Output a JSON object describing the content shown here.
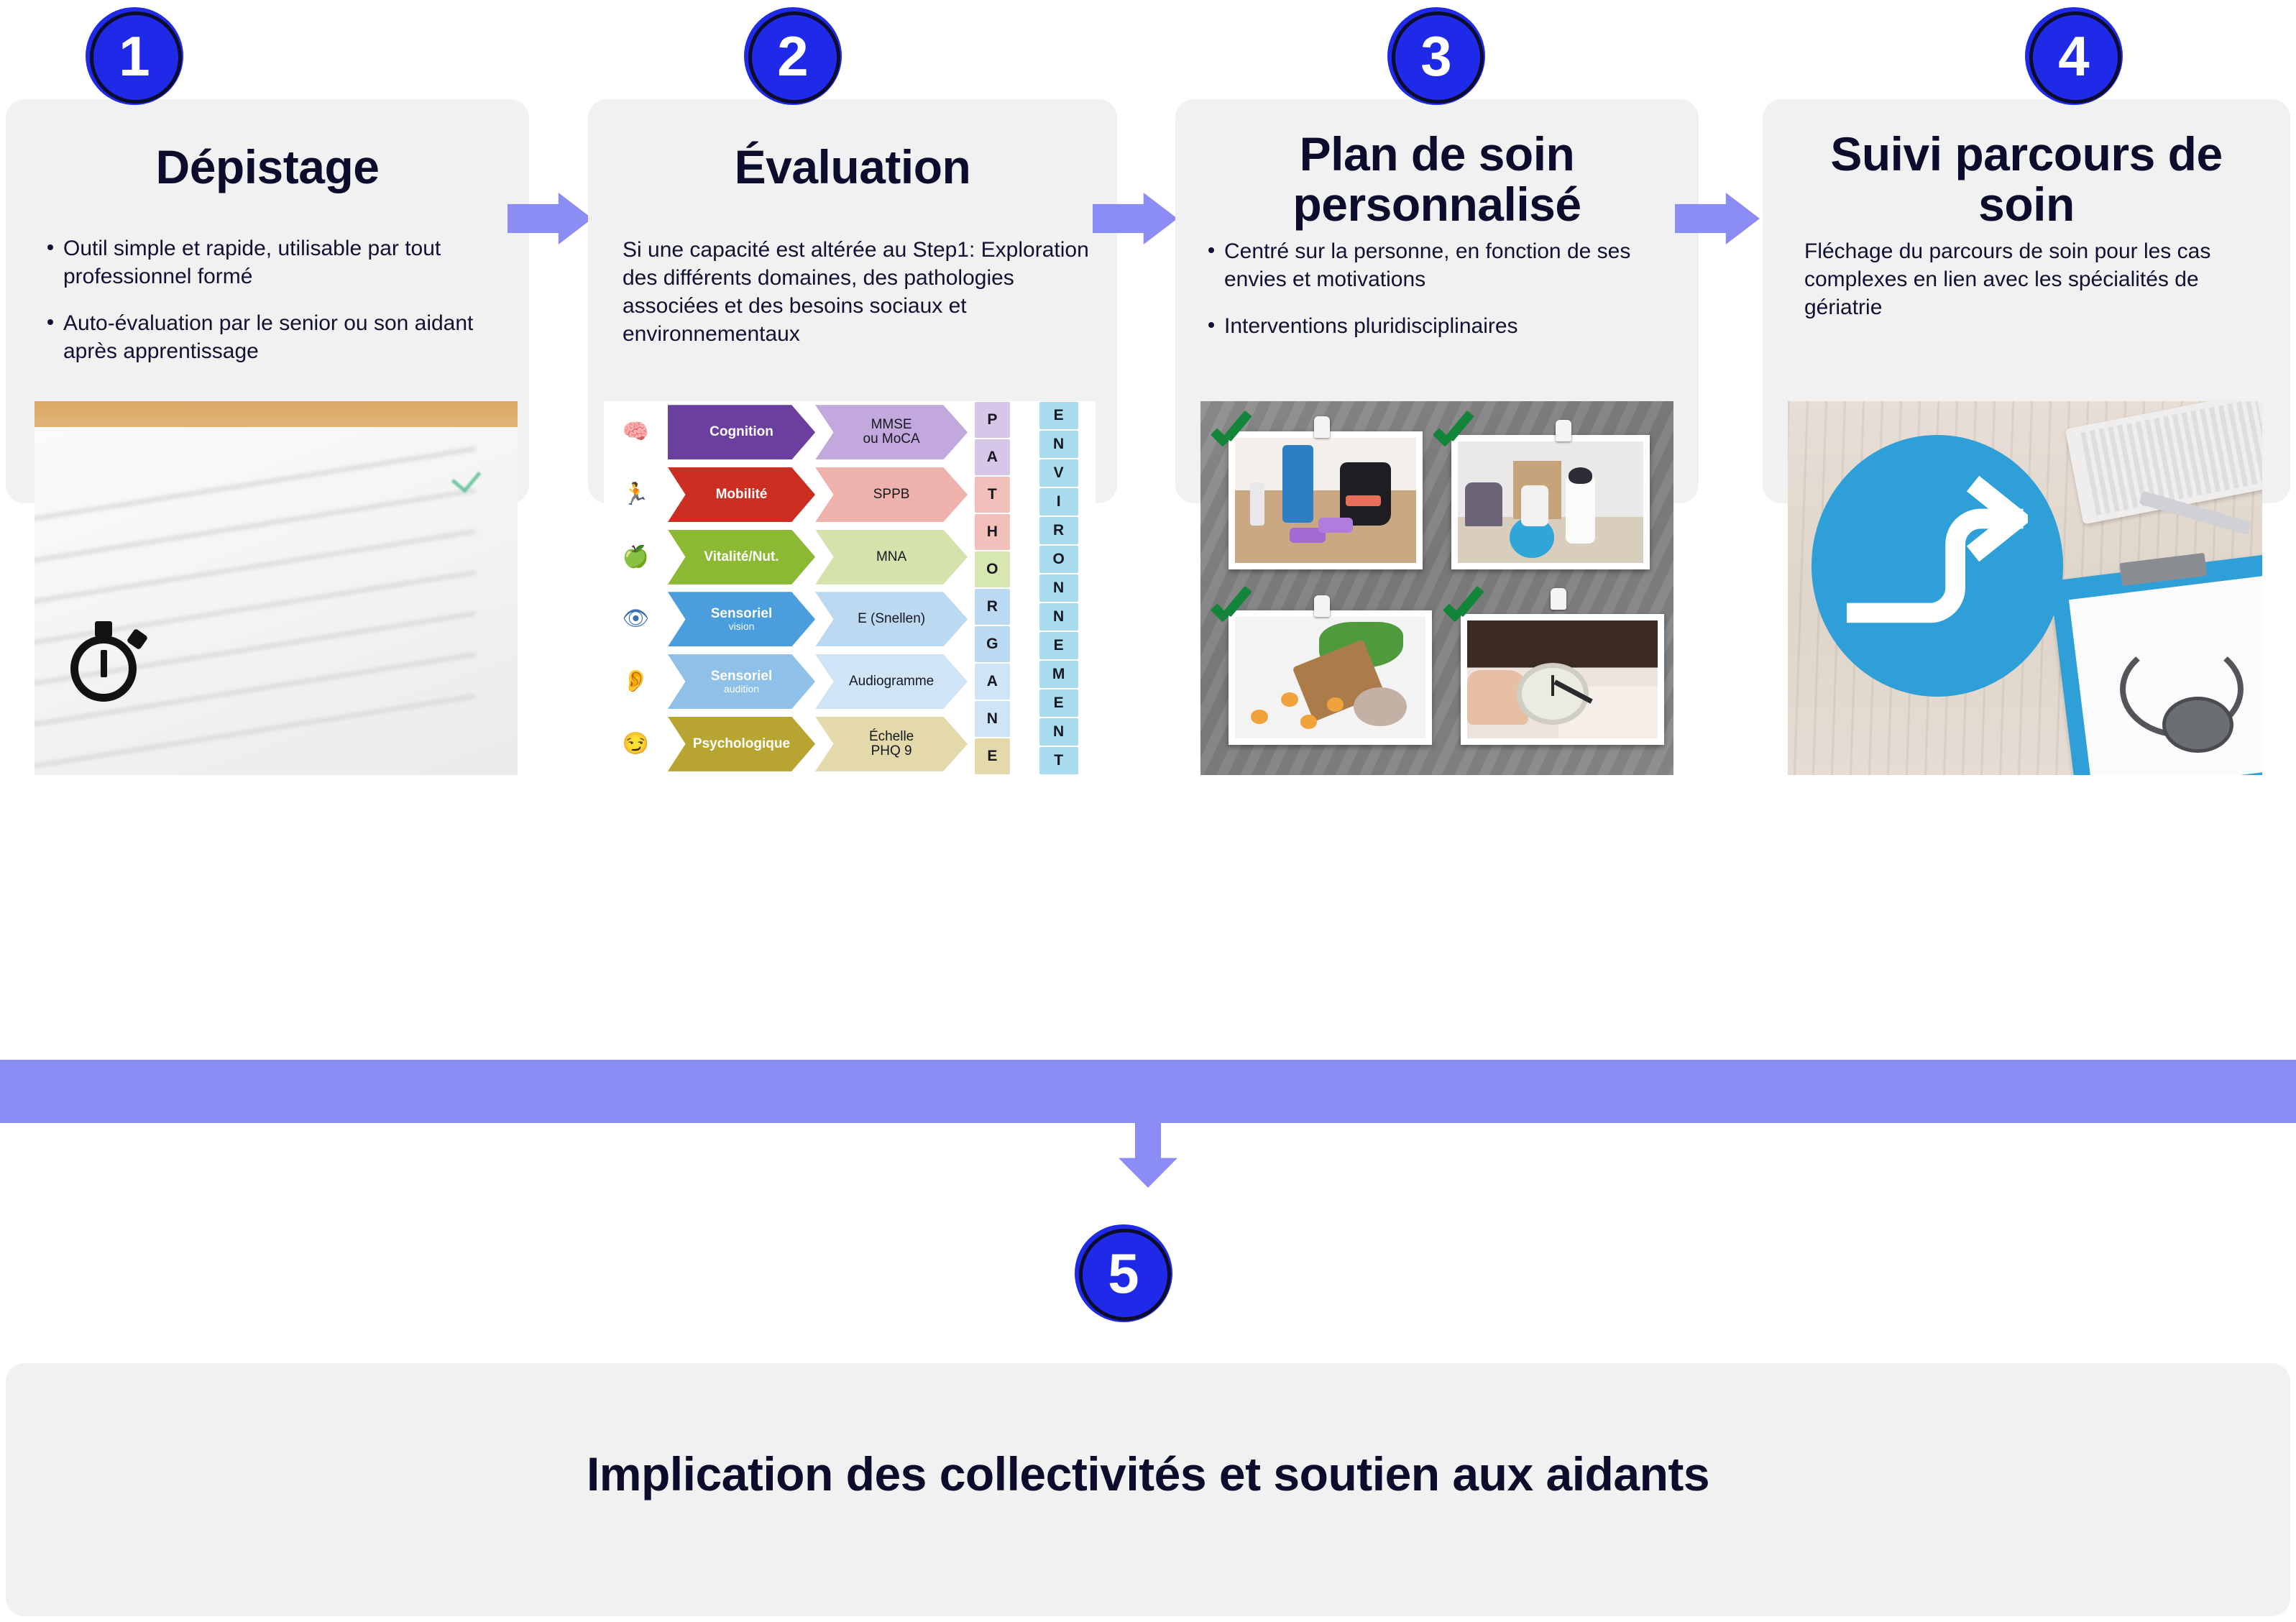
{
  "theme": {
    "card_bg": "#f1f1f1",
    "badge_fill": "#1f2ae8",
    "badge_ring": "#0c0d2c",
    "arrow": "#8b8df5",
    "text": "#0c0d2c",
    "check_green": "#13853a",
    "pathway_blue": "#2f9fd8"
  },
  "steps": [
    {
      "number": "1",
      "title": "Dépistage",
      "bullets": [
        "Outil simple et rapide, utilisable par tout professionnel formé",
        "Auto-évaluation par le senior ou son aidant après apprentissage"
      ],
      "media_caption": "stopwatch-on-notebook-photo"
    },
    {
      "number": "2",
      "title": "Évaluation",
      "paragraph": "Si une capacité est altérée au Step1: Exploration des différents domaines, des pathologies associées et des besoins sociaux et environnementaux",
      "media_caption": "assessment-domains-diagram"
    },
    {
      "number": "3",
      "title": "Plan de soin personnalisé",
      "bullets": [
        "Centré sur la personne, en fonction de ses envies et motivations",
        "Interventions pluridisciplinaires"
      ],
      "media_caption": "lifestyle-photo-board"
    },
    {
      "number": "4",
      "title": "Suivi parcours de soin",
      "paragraph": "Fléchage du parcours de soin pour les cas complexes en lien avec les spécialités de gériatrie",
      "media_caption": "care-pathway-desk-photo"
    }
  ],
  "assessment_diagram": {
    "rows": [
      {
        "icon": "brain-icon",
        "domain": "Cognition",
        "domain_sub": "",
        "tool": "MMSE\nou MoCA",
        "domain_color": "#6b3fa0",
        "tool_color": "#c3a8dd",
        "path_letter": "P",
        "path_color": "#d6c6e8",
        "env_letter": "E"
      },
      {
        "icon": "walking-icon",
        "domain": "Mobilité",
        "domain_sub": "",
        "tool": "SPPB",
        "domain_color": "#cc2e22",
        "tool_color": "#efb1ac",
        "path_letter": "A",
        "path_color": "#f2bfbb",
        "env_letter": "N"
      },
      {
        "icon": "apple-icon",
        "domain": "Vitalité/Nut.",
        "domain_sub": "",
        "tool": "MNA",
        "domain_color": "#8cb933",
        "tool_color": "#d3e3ab",
        "path_letter": "T",
        "path_color": "#f2bfbb",
        "env_letter": "V"
      },
      {
        "icon": "eye-icon",
        "domain": "Sensoriel",
        "domain_sub": "vision",
        "tool": "E (Snellen)",
        "domain_color": "#4b9ede",
        "tool_color": "#bcd9f2",
        "path_letter": "H",
        "path_color": "#f2bfbb",
        "env_letter": "I"
      },
      {
        "icon": "ear-icon",
        "domain": "Sensoriel",
        "domain_sub": "audition",
        "tool": "Audiogramme",
        "domain_color": "#8ec0e8",
        "tool_color": "#cfe4f5",
        "path_letter": "O",
        "path_color": "#d7e7b2",
        "env_letter": "R"
      },
      {
        "icon": "mood-icon",
        "domain": "Psychologique",
        "domain_sub": "",
        "tool": "Échelle\nPHQ 9",
        "domain_color": "#b8a430",
        "tool_color": "#e3d9ab",
        "path_letter": "R",
        "path_color": "#bcd9f2",
        "env_letter": "O"
      }
    ],
    "path_word": [
      "P",
      "A",
      "T",
      "H",
      "O",
      "R",
      "G",
      "A",
      "N",
      "E"
    ],
    "env_word": [
      "E",
      "N",
      "V",
      "I",
      "R",
      "O",
      "N",
      "N",
      "E",
      "M",
      "E",
      "N",
      "T"
    ],
    "env_color": "#aadcf0"
  },
  "photo_board": {
    "checks": 4,
    "photos": [
      "exercise-equipment",
      "physiotherapy-session",
      "healthy-food",
      "sleep-alarm-clock"
    ]
  },
  "final": {
    "number": "5",
    "title": "Implication des collectivités et soutien aux aidants"
  }
}
